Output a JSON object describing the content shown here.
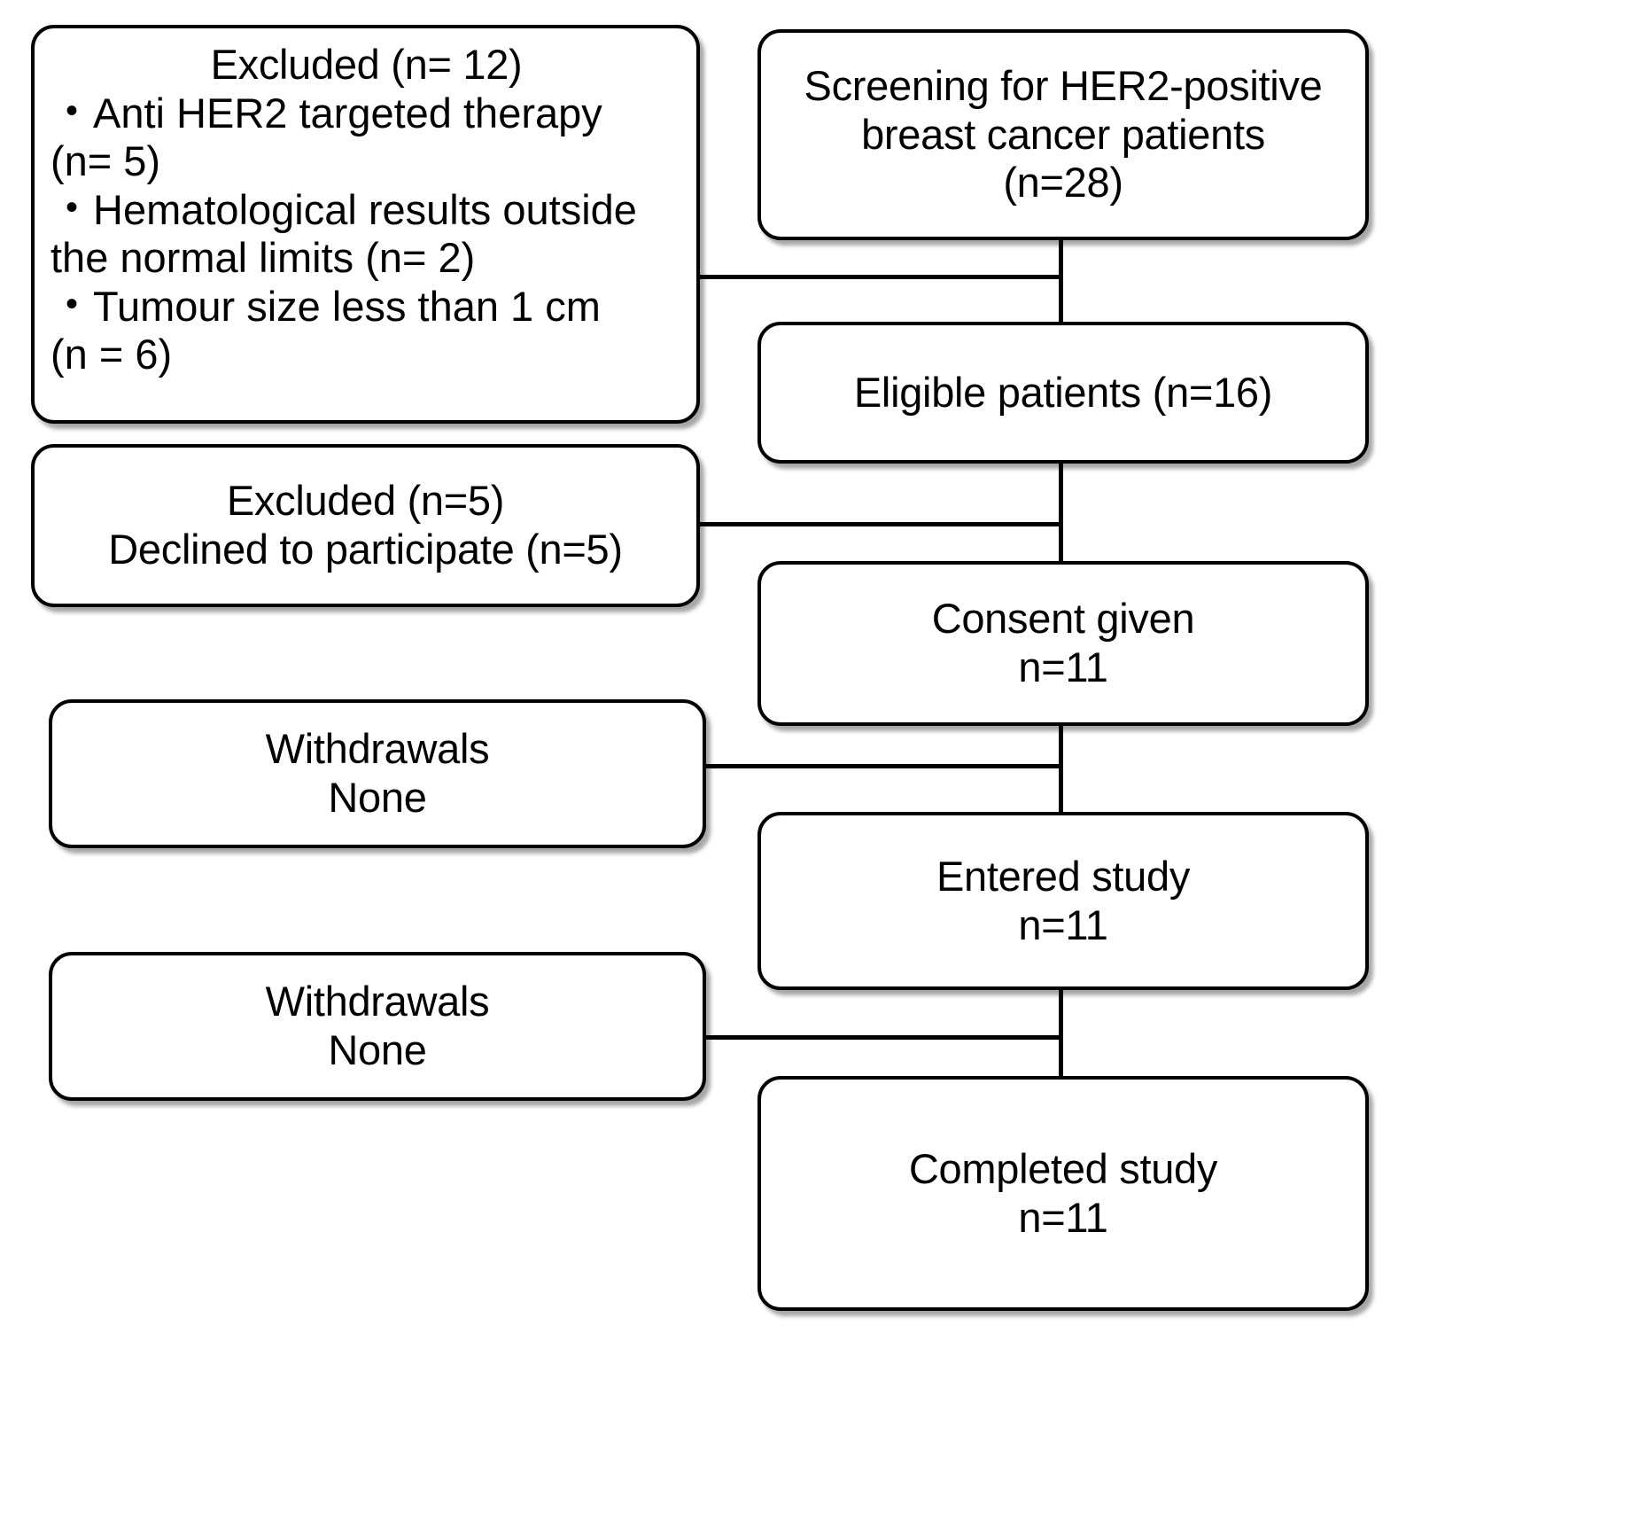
{
  "diagram": {
    "title": "CONSORT-style patient flow diagram",
    "colors": {
      "stroke": "#000000",
      "fill": "#ffffff",
      "text": "#000000"
    },
    "left_column": {
      "excluded_screening": {
        "heading": "Excluded (n= 12)",
        "bullets": [
          {
            "text": "Anti HER2 targeted therapy",
            "continuation": "(n= 5)"
          },
          {
            "text": "Hematological results outside",
            "continuation": "the normal limits (n= 2)"
          },
          {
            "text": " Tumour size less than 1 cm",
            "continuation": "(n = 6)"
          }
        ]
      },
      "excluded_eligible": {
        "line1": "Excluded (n=5)",
        "line2": "Declined to participate (n=5)"
      },
      "withdrawals_1": {
        "line1": "Withdrawals",
        "line2": "None"
      },
      "withdrawals_2": {
        "line1": "Withdrawals",
        "line2": "None"
      }
    },
    "right_column": {
      "screening": {
        "line1": "Screening for HER2-positive",
        "line2": "breast cancer patients",
        "line3": "(n=28)"
      },
      "eligible": {
        "line1": "Eligible patients (n=16)"
      },
      "consent": {
        "line1": "Consent given",
        "line2": "n=11"
      },
      "entered": {
        "line1": "Entered study",
        "line2": "n=11"
      },
      "completed": {
        "line1": "Completed study",
        "line2": "n=11"
      }
    }
  },
  "chart_data": {
    "type": "diagram",
    "flow": [
      {
        "stage": "Screening for HER2-positive breast cancer patients",
        "n": 28
      },
      {
        "stage": "Eligible patients",
        "n": 16
      },
      {
        "stage": "Consent given",
        "n": 11
      },
      {
        "stage": "Entered study",
        "n": 11
      },
      {
        "stage": "Completed study",
        "n": 11
      }
    ],
    "exclusions": [
      {
        "after_stage": "Screening",
        "label": "Excluded",
        "n": 12,
        "reasons": [
          {
            "reason": "Anti HER2 targeted therapy",
            "n": 5
          },
          {
            "reason": "Hematological results outside the normal limits",
            "n": 2
          },
          {
            "reason": "Tumour size less than 1 cm",
            "n": 6
          }
        ]
      },
      {
        "after_stage": "Eligible patients",
        "label": "Excluded",
        "n": 5,
        "reasons": [
          {
            "reason": "Declined to participate",
            "n": 5
          }
        ]
      },
      {
        "after_stage": "Consent given",
        "label": "Withdrawals",
        "n": 0,
        "reasons": [
          {
            "reason": "None",
            "n": 0
          }
        ]
      },
      {
        "after_stage": "Entered study",
        "label": "Withdrawals",
        "n": 0,
        "reasons": [
          {
            "reason": "None",
            "n": 0
          }
        ]
      }
    ]
  }
}
